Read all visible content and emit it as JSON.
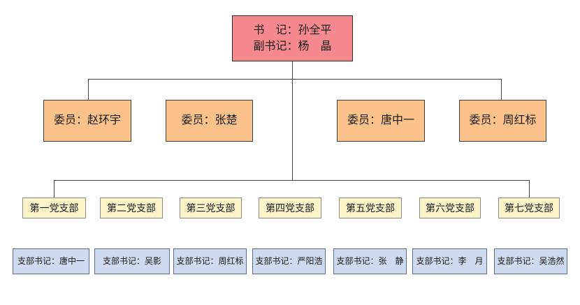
{
  "diagram": {
    "type": "org-chart",
    "root": {
      "line1": "书　记：孙全平",
      "line2": "副书记：杨　晶"
    },
    "committee": [
      "委员：赵环宇",
      "委员：张楚",
      "委员：唐中一",
      "委员：周红标"
    ],
    "branches": [
      "第一党支部",
      "第二党支部",
      "第三党支部",
      "第四党支部",
      "第五党支部",
      "第六党支部",
      "第七党支部"
    ],
    "secretaries": [
      "支部书记：唐中一",
      "支部书记：吴影",
      "支部书记：周红标",
      "支部书记：严阳浩",
      "支部书记：张　静",
      "支部书记：李　月",
      "支部书记：吴浩然"
    ],
    "colors": {
      "root_fill": "#F5898F",
      "committee_fill": "#FBC28A",
      "branch_fill": "#FCF3C9",
      "secretary_fill": "#CEDBEE",
      "secretary_border": "#5C6B85",
      "branch_border": "#8a8a8a",
      "connector": "#404040"
    }
  }
}
